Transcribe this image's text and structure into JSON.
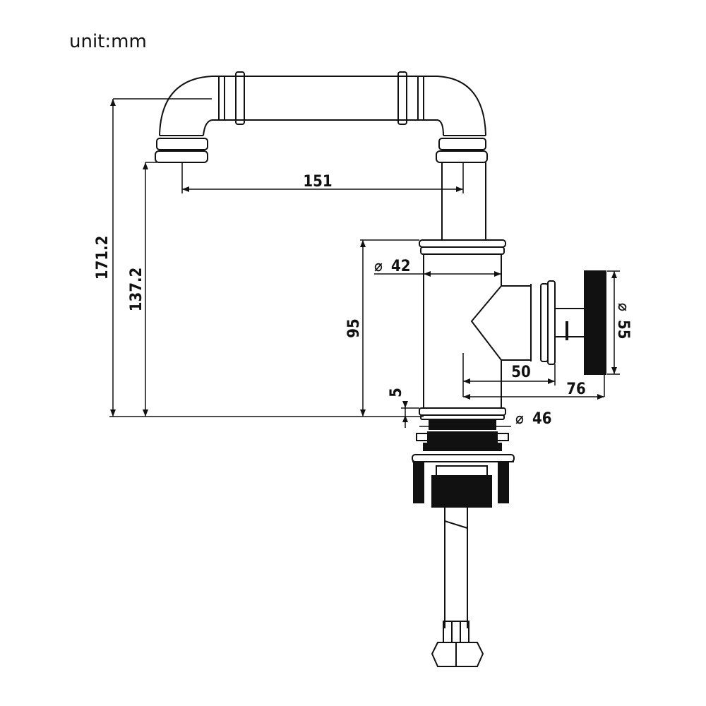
{
  "unit_label": "unit:mm",
  "dimensions": {
    "overall_height": "171.2",
    "spout_height": "137.2",
    "spout_reach": "151",
    "body_height": "95",
    "body_diameter": "42",
    "handle_diameter": "55",
    "handle_offset_inner": "50",
    "handle_offset_outer": "76",
    "base_ring_height": "5",
    "base_diameter": "46"
  },
  "symbols": {
    "diameter": "⌀"
  },
  "colors": {
    "line": "#111111",
    "fill": "#111111",
    "background": "#ffffff"
  }
}
